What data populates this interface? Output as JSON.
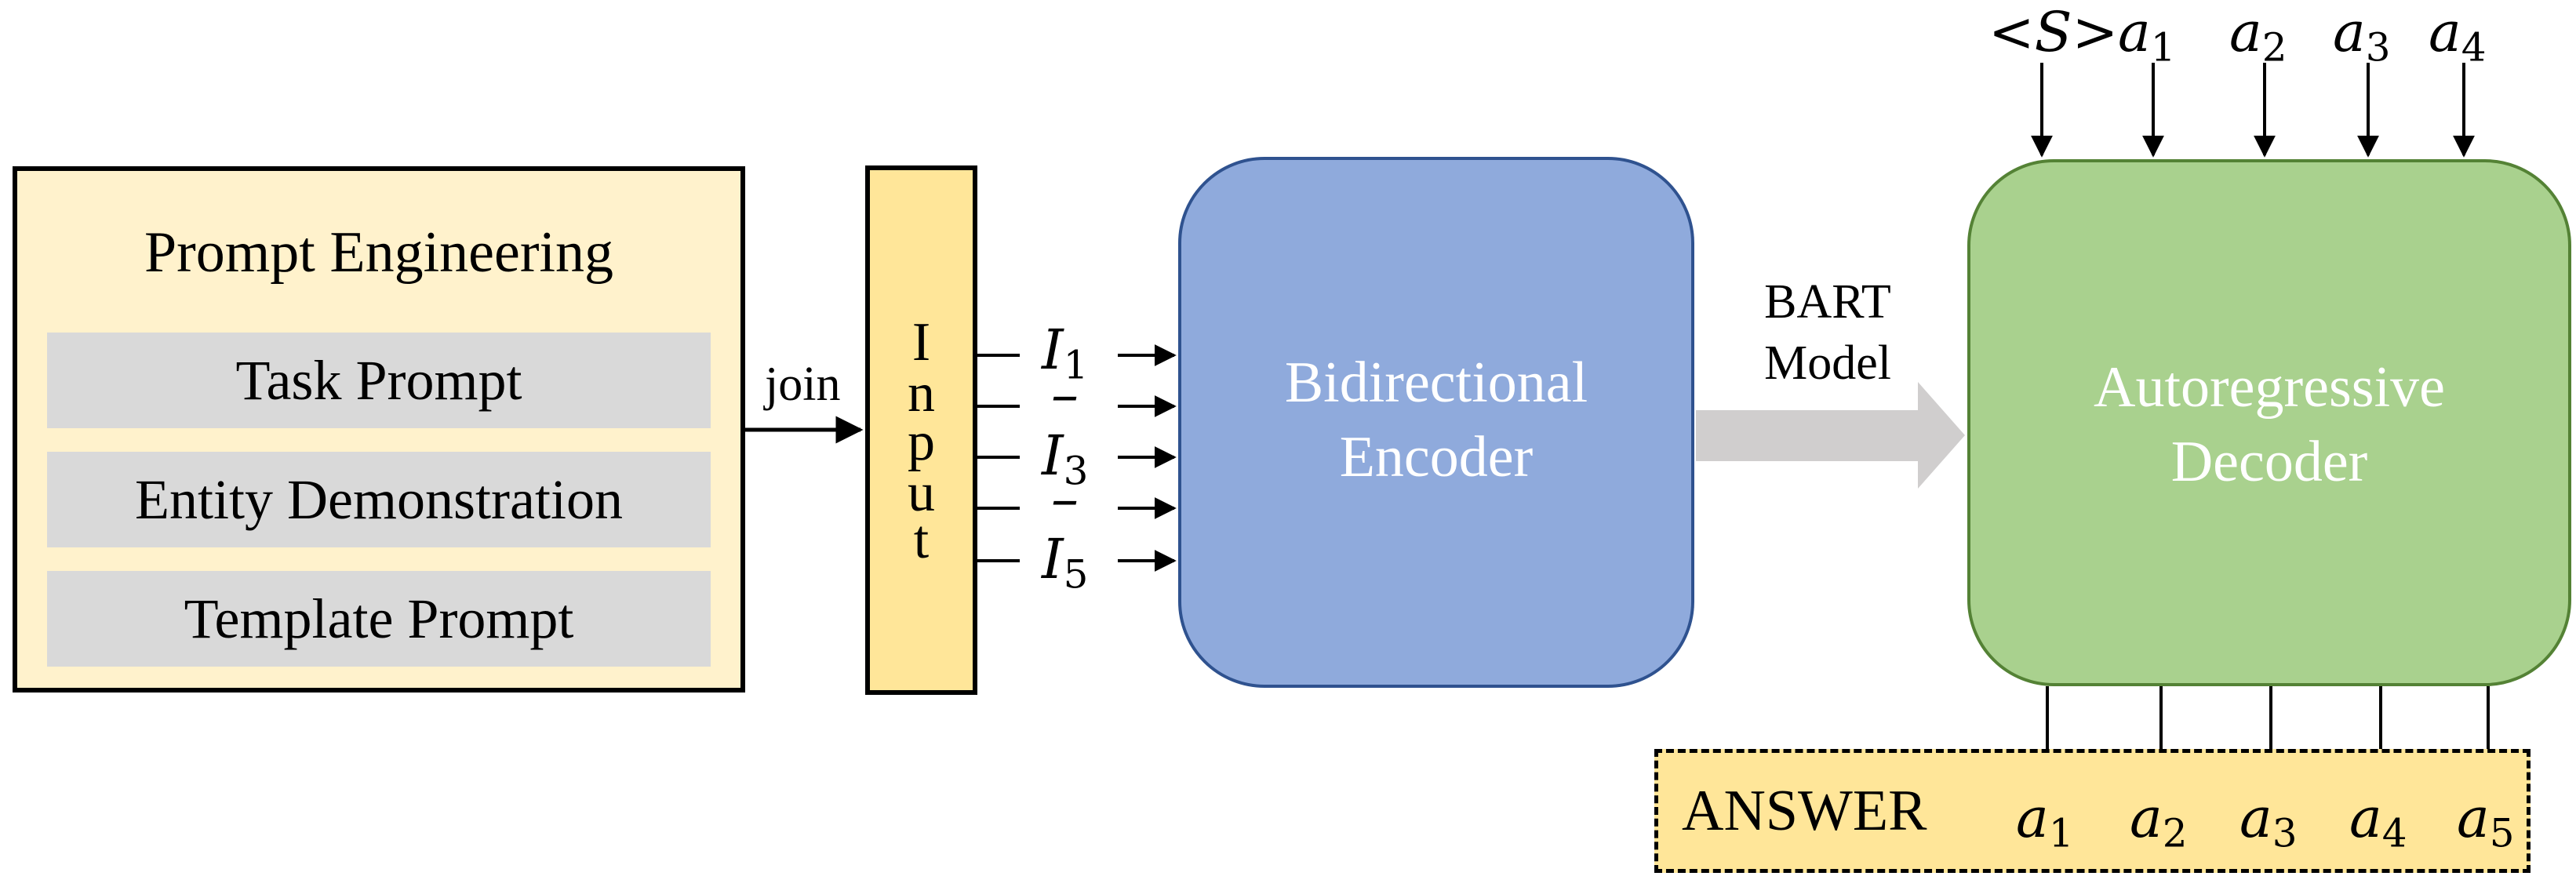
{
  "prompt_engineering": {
    "title": "Prompt Engineering",
    "items": [
      "Task Prompt",
      "Entity Demonstration",
      "Template Prompt"
    ]
  },
  "join_label": "join",
  "input_box": {
    "letters": [
      "I",
      "n",
      "p",
      "u",
      "t"
    ]
  },
  "input_tokens": [
    {
      "base": "I",
      "sub": "1"
    },
    {
      "base": "–",
      "sub": ""
    },
    {
      "base": "I",
      "sub": "3"
    },
    {
      "base": "–",
      "sub": ""
    },
    {
      "base": "I",
      "sub": "5"
    }
  ],
  "encoder": {
    "line1": "Bidirectional",
    "line2": "Encoder"
  },
  "bart_label": {
    "line1": "BART",
    "line2": "Model"
  },
  "decoder": {
    "line1": "Autoregressive",
    "line2": "Decoder"
  },
  "decoder_inputs": [
    {
      "base": "<S>",
      "sub": ""
    },
    {
      "base": "a",
      "sub": "1"
    },
    {
      "base": "a",
      "sub": "2"
    },
    {
      "base": "a",
      "sub": "3"
    },
    {
      "base": "a",
      "sub": "4"
    }
  ],
  "answer": {
    "label": "ANSWER",
    "tokens": [
      {
        "base": "a",
        "sub": "1"
      },
      {
        "base": "a",
        "sub": "2"
      },
      {
        "base": "a",
        "sub": "3"
      },
      {
        "base": "a",
        "sub": "4"
      },
      {
        "base": "a",
        "sub": "5"
      }
    ]
  },
  "colors": {
    "prompt_fill": "#fff2cc",
    "item_fill": "#d9d9d9",
    "input_fill": "#ffe699",
    "encoder_fill": "#8faadc",
    "decoder_fill": "#a9d18e",
    "arrow_gray": "#d0cece"
  }
}
